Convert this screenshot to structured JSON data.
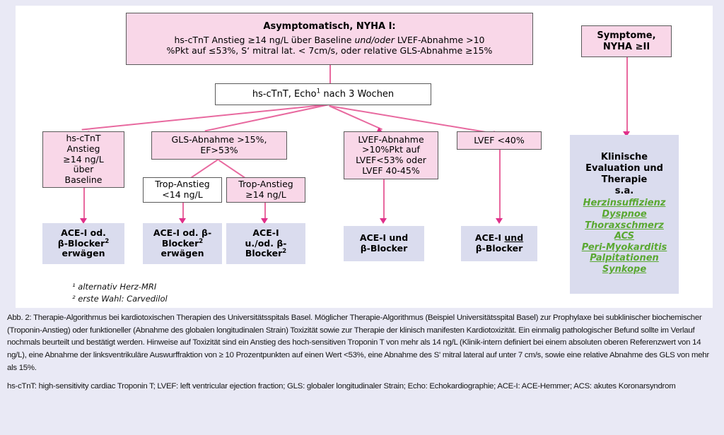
{
  "figure": {
    "nodes": {
      "asymptomatic": {
        "title": "Asymptomatisch, NYHA I:",
        "line1": "hs-cTnT Anstieg ≥14 ng/L über Baseline und/oder LVEF-Abnahme >10",
        "line2": "%Pkt auf ≤53%, S‘ mitral lat. < 7cm/s, oder relative GLS-Abnahme ≥15%",
        "emphasis": "und/oder"
      },
      "followup": "hs-cTnT, Echo¹ nach 3 Wochen",
      "branch_tnt": "hs-cTnT Anstieg ≥14 ng/L über Baseline",
      "branch_gls": "GLS-Abnahme >15%, EF>53%",
      "branch_lvef_decline": "LVEF-Abnahme >10%Pkt auf LVEF<53% oder LVEF 40-45%",
      "branch_lvef40": "LVEF <40%",
      "trop_low": "Trop-Anstieg <14 ng/L",
      "trop_high": "Trop-Anstieg ≥14 ng/L",
      "treat_1": "ACE-I od. β-Blocker² erwägen",
      "treat_2": "ACE-I od. β-Blocker² erwägen",
      "treat_3": "ACE-I u./od. β-Blocker²",
      "treat_4": "ACE-I und β-Blocker",
      "treat_5": "ACE-I und β-Blocker",
      "symptoms": "Symptome, NYHA ≥II"
    },
    "clinical_panel": {
      "heading_line1": "Klinische",
      "heading_line2": "Evaluation und",
      "heading_line3": "Therapie",
      "heading_line4": "s.a.",
      "links": [
        "Herzinsuffizienz",
        "Dyspnoe",
        "Thoraxschmerz",
        "ACS",
        "Peri-Myokarditis",
        "Palpitationen",
        "Synkope"
      ]
    },
    "footnotes": [
      "¹ alternativ Herz-MRI",
      "² erste Wahl: Carvedilol"
    ]
  },
  "caption": {
    "body": "Abb. 2: Therapie-Algorithmus bei kardiotoxischen Therapien des Universitätsspitals Basel. Möglicher Therapie-Algorithmus (Beispiel Universitätsspital Basel) zur Prophylaxe bei subklinischer biochemischer (Troponin-Anstieg) oder funktioneller (Abnahme des globalen longitudinalen Strain) Toxizität sowie zur Therapie der klinisch manifesten Kardiotoxizität. Ein einmalig pathologischer Befund sollte im Verlauf nochmals beurteilt und bestätigt werden. Hinweise auf Toxizität sind ein Anstieg des hoch-sensitiven Troponin T von mehr als 14 ng/L (Klinik-intern definiert bei einem absoluten oberen Referenzwert von 14 ng/L), eine Abnahme der linksventrikuläre Auswurffraktion von ≥ 10 Prozentpunkten auf einen Wert <53%, eine Abnahme des S' mitral lateral auf unter 7 cm/s, sowie eine relative Abnahme des GLS von mehr als 15%.",
    "abbreviations": "hs-cTnT: high-sensitivity cardiac Troponin T; LVEF: left ventricular ejection fraction; GLS: globaler longitudinaler Strain; Echo: Echokardiographie; ACE-I: ACE-Hemmer; ACS: akutes Koronarsyndrom"
  },
  "colors": {
    "pink_fill": "#f9d7e8",
    "blue_fill": "#dadcee",
    "arrow": "#e0308a",
    "green_link": "#5aa832",
    "page_border": "#e9e9f5"
  }
}
